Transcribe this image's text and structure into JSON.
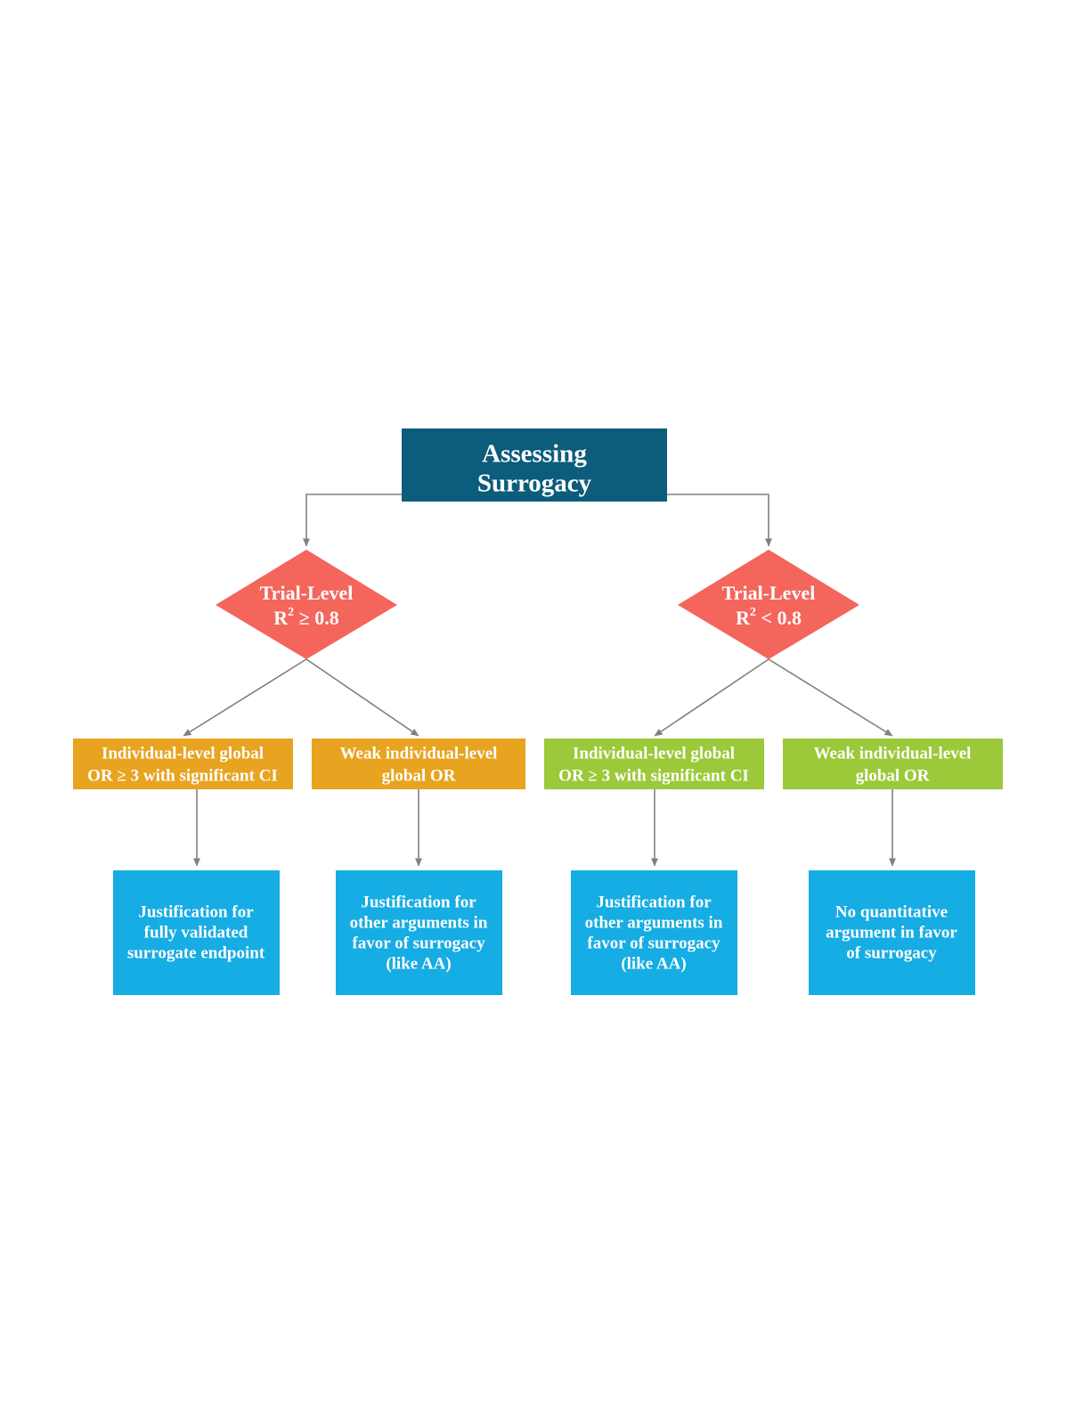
{
  "diagram": {
    "title": "Assessing Surrogacy",
    "colors": {
      "root": "#0c5c7c",
      "decision": "#f4655c",
      "branch_left": "#e8a320",
      "branch_right": "#9bc93a",
      "outcome": "#16ace4",
      "connector": "#808080",
      "text": "#ffffff"
    },
    "root": {
      "line1": "Assessing",
      "line2": "Surrogacy"
    },
    "decisions": [
      {
        "id": "trial-level-high",
        "line1": "Trial-Level",
        "symbol": "R",
        "exponent": "2",
        "comparison": "≥ 0.8"
      },
      {
        "id": "trial-level-low",
        "line1": "Trial-Level",
        "symbol": "R",
        "exponent": "2",
        "comparison": "< 0.8"
      }
    ],
    "criteria": [
      {
        "id": "criterion-strong-or-high-r2",
        "line1": "Individual-level global",
        "line2": "OR ≥ 3 with significant CI",
        "color": "#e8a320"
      },
      {
        "id": "criterion-weak-or-high-r2",
        "line1": "Weak individual-level",
        "line2": "global OR",
        "color": "#e8a320"
      },
      {
        "id": "criterion-strong-or-low-r2",
        "line1": "Individual-level global",
        "line2": "OR ≥ 3 with significant CI",
        "color": "#9bc93a"
      },
      {
        "id": "criterion-weak-or-low-r2",
        "line1": "Weak individual-level",
        "line2": "global OR",
        "color": "#9bc93a"
      }
    ],
    "outcomes": [
      {
        "id": "outcome-fully-validated",
        "lines": [
          "Justification for",
          "fully validated",
          "surrogate endpoint"
        ]
      },
      {
        "id": "outcome-other-arguments-1",
        "lines": [
          "Justification for",
          "other arguments in",
          "favor of surrogacy",
          "(like AA)"
        ]
      },
      {
        "id": "outcome-other-arguments-2",
        "lines": [
          "Justification for",
          "other arguments in",
          "favor of surrogacy",
          "(like AA)"
        ]
      },
      {
        "id": "outcome-no-quantitative",
        "lines": [
          "No quantitative",
          "argument in favor",
          "of surrogacy"
        ]
      }
    ]
  }
}
